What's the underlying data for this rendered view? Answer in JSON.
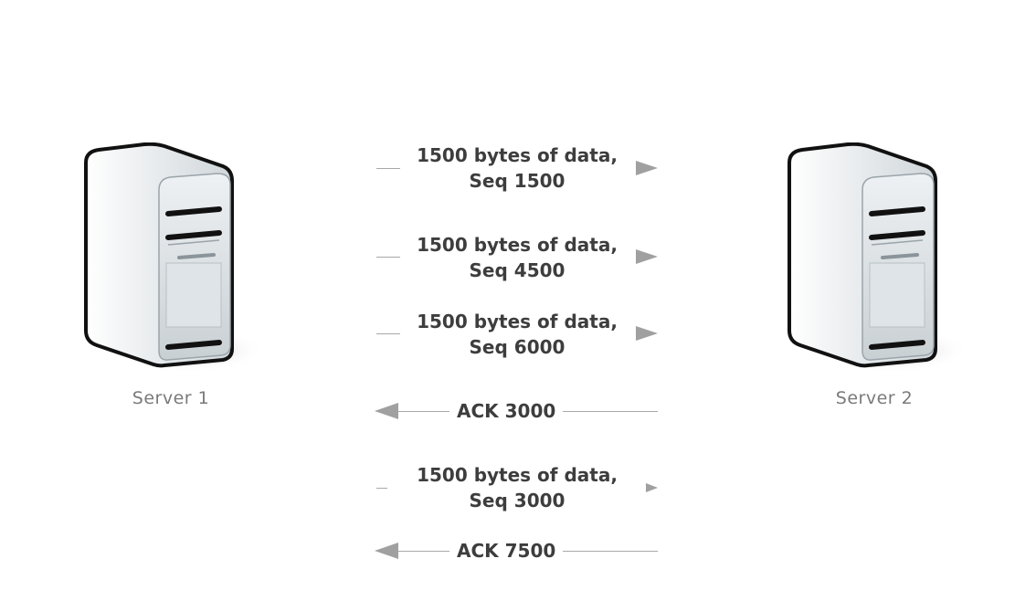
{
  "servers": {
    "left": {
      "label": "Server 1"
    },
    "right": {
      "label": "Server 2"
    }
  },
  "messages": [
    {
      "line1": "1500 bytes of data,",
      "line2": "Seq 1500",
      "direction": "right"
    },
    {
      "line1": "1500 bytes of data,",
      "line2": "Seq 4500",
      "direction": "right"
    },
    {
      "line1": "1500 bytes of data,",
      "line2": "Seq 6000",
      "direction": "right"
    },
    {
      "label": "ACK 3000",
      "direction": "left"
    },
    {
      "line1": "1500 bytes of data,",
      "line2": "Seq 3000",
      "direction": "right"
    },
    {
      "label": "ACK 7500",
      "direction": "left"
    }
  ],
  "colors": {
    "arrow": "#a0a0a0",
    "text": "#3d3d3d",
    "server_label": "#7a7a7a"
  }
}
